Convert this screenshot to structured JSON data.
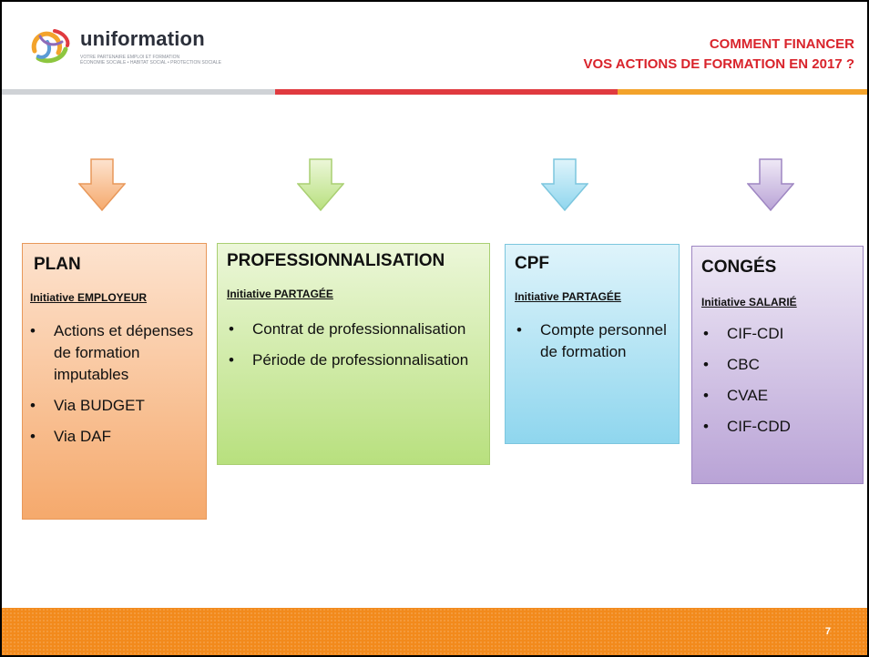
{
  "logo": {
    "name": "uniformation",
    "tagline_line1": "VOTRE PARTENAIRE EMPLOI ET FORMATION",
    "tagline_line2": "ÉCONOMIE SOCIALE • HABITAT SOCIAL • PROTECTION SOCIALE"
  },
  "header": {
    "title_line1": "COMMENT FINANCER",
    "title_line2": "VOS ACTIONS DE FORMATION EN 2017 ?",
    "title_color": "#d9232b"
  },
  "boxes": [
    {
      "heading": "PLAN",
      "subtitle": "Initiative EMPLOYEUR",
      "items": [
        "Actions et dépenses de formation imputables",
        "Via BUDGET",
        "Via DAF"
      ],
      "color": "#f5a96c"
    },
    {
      "heading": "PROFESSIONNALISATION",
      "subtitle": "Initiative PARTAGÉE",
      "items": [
        "Contrat de professionnalisation",
        "Période de professionnalisation"
      ],
      "color": "#b8e07e"
    },
    {
      "heading": "CPF",
      "subtitle": "Initiative PARTAGÉE",
      "items": [
        "Compte personnel de formation"
      ],
      "color": "#8fd6ee"
    },
    {
      "heading": "CONGÉS",
      "subtitle": "Initiative SALARIÉ",
      "items": [
        "CIF-CDI",
        "CBC",
        "CVAE",
        "CIF-CDD"
      ],
      "color": "#b9a3d6"
    }
  ],
  "footer": {
    "page_number": "7",
    "color": "#f28a1c"
  }
}
